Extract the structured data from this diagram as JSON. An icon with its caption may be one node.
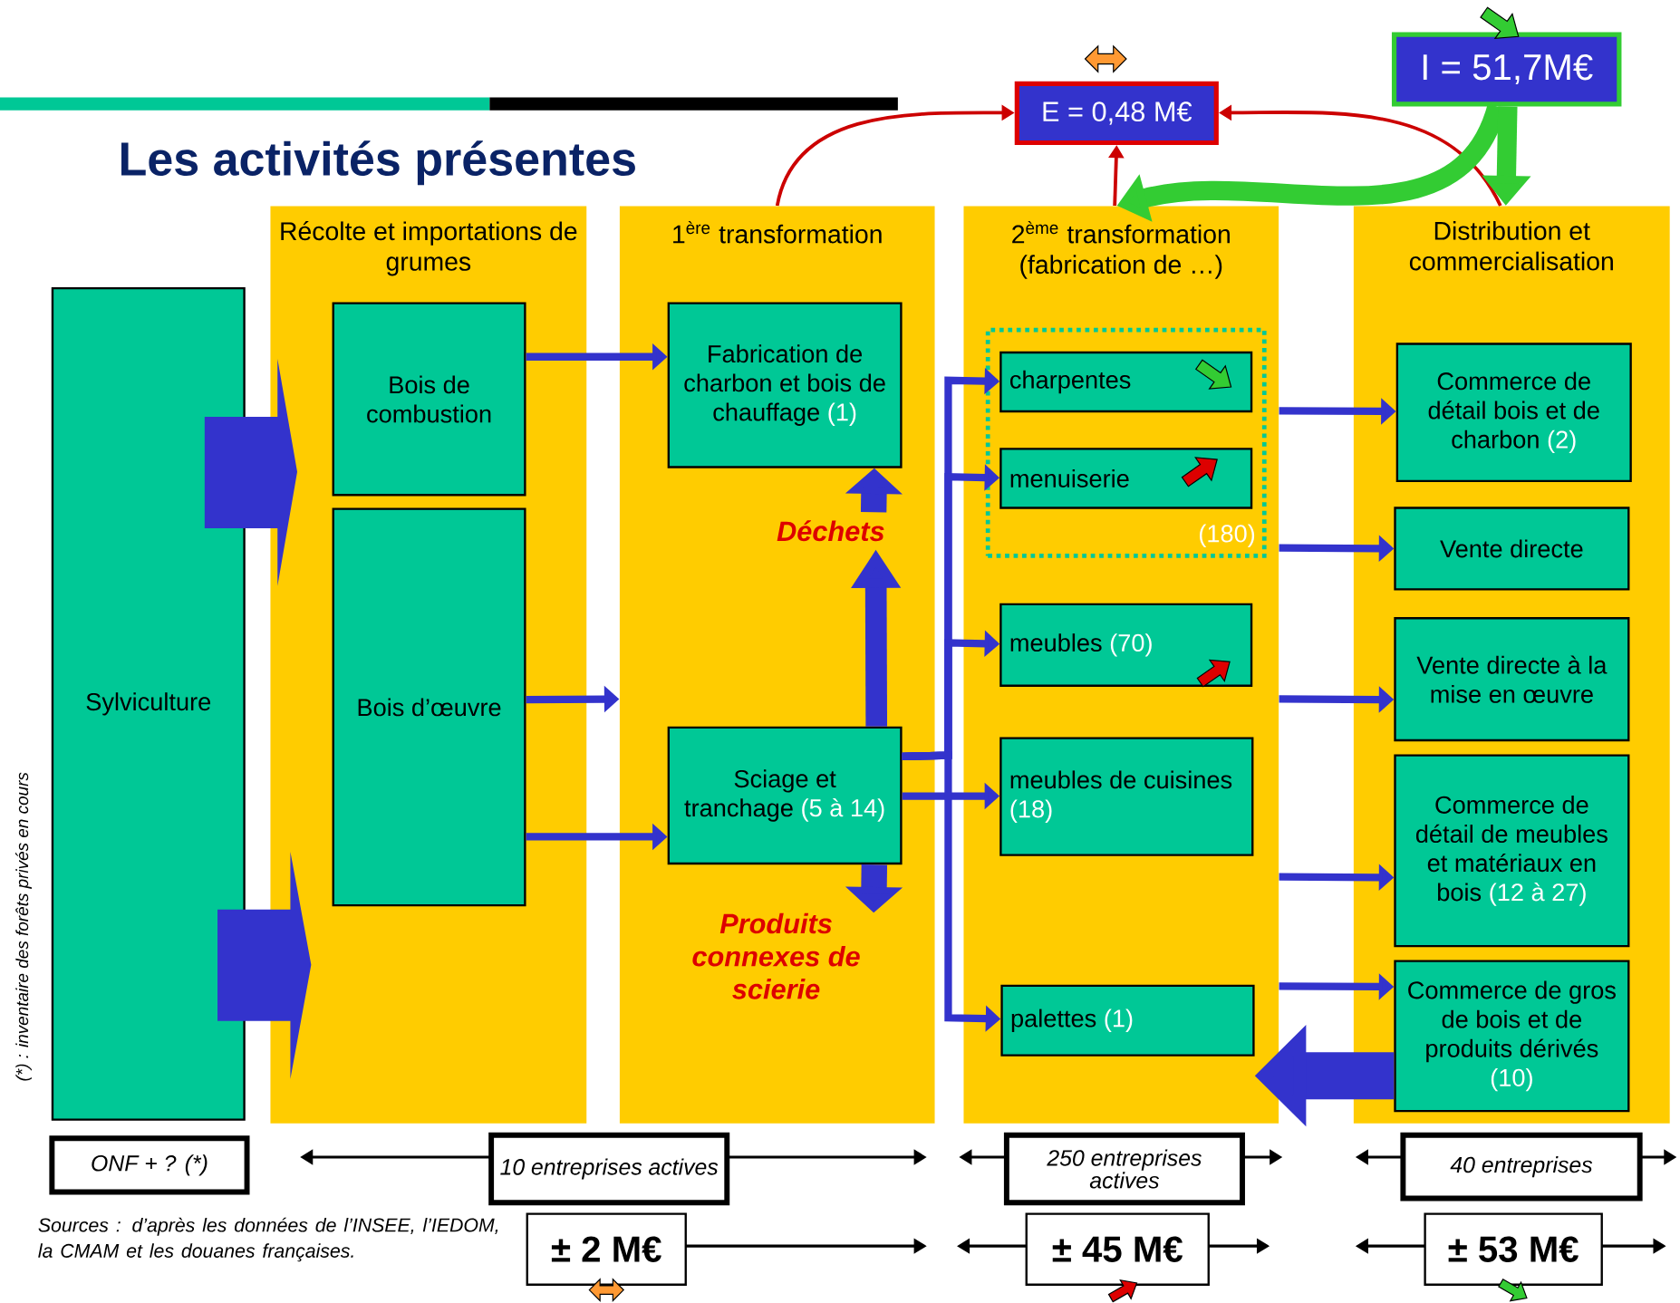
{
  "diagram": {
    "title": "Les activités présentes",
    "nodes": [
      {
        "text": [
          "Récolte et importations de grumes"
        ]
      },
      {
        "text": [
          "Bois de combustion"
        ],
        "in": 0
      },
      {
        "text": [
          "Bois d’œuvre"
        ],
        "in": 0
      },
      {
        "text": [
          "1$^{ère}$ transformation"
        ]
      },
      {
        "text": [
          "Fabrication de charbon et bois de chauffage",
          "(1)"
        ],
        "in": 3
      },
      {
        "text": [
          "Sciage et tranchage",
          "(5 à 14)"
        ],
        "in": 3
      },
      {
        "text": [
          "2$^{ème}$ transformation (fabrication de …)"
        ]
      },
      {
        "text": [
          "(180)"
        ],
        "in": 6
      },
      {
        "text": [
          "charpentes"
        ],
        "in": 7
      },
      {
        "text": [
          "menuiserie"
        ],
        "in": 7
      },
      {
        "text": [
          "meubles",
          "(70)"
        ],
        "in": 6
      },
      {
        "text": [
          "meubles de cuisines",
          "(18)"
        ],
        "in": 6
      },
      {
        "text": [
          "palettes",
          "(1)"
        ],
        "in": 6
      },
      {
        "text": [
          "Distribution et commercialisation"
        ]
      },
      {
        "text": [
          "Commerce de détail bois et de charbon",
          "(2)"
        ],
        "in": 13
      },
      {
        "text": [
          "Vente directe"
        ],
        "in": 13
      },
      {
        "text": [
          "Vente directe à la mise en œuvre"
        ],
        "in": 13
      },
      {
        "text": [
          "Commerce de détail de meubles et matériaux en bois",
          "(12 à 27)"
        ],
        "in": 13
      },
      {
        "text": [
          "Commerce de gros de bois et de produits dérivés",
          "(10)"
        ],
        "in": 13
      },
      {
        "text": [
          "Sylviculture"
        ]
      },
      {
        "text": [
          "E = 0,48 M€"
        ]
      },
      {
        "text": [
          "I = 51,7M€"
        ]
      },
      {
        "text": [
          "Déchets"
        ],
        "in": 3
      },
      {
        "text": [
          "Produits connexes de scierie"
        ],
        "in": 3
      },
      {
        "text": [
          "ONF + ? (*)"
        ]
      },
      {
        "text": [
          "10 entreprises actives"
        ]
      },
      {
        "text": [
          "250 entreprises actives"
        ]
      },
      {
        "text": [
          "40 entreprises"
        ]
      },
      {
        "text": [
          "± 2 M€"
        ]
      },
      {
        "text": [
          "± 45 M€"
        ]
      },
      {
        "text": [
          "± 53 M€"
        ]
      }
    ],
    "edges": [
      {
        "from": 19,
        "to": 0,
        "arrow": "to",
        "style": "thick"
      },
      {
        "from": 19,
        "to": 0,
        "arrow": "to",
        "style": "thick"
      },
      {
        "from": 1,
        "to": 4,
        "arrow": "to"
      },
      {
        "from": 2,
        "to": 3,
        "arrow": "to"
      },
      {
        "from": 2,
        "to": 5,
        "arrow": "to"
      },
      {
        "from": 5,
        "to": 22,
        "arrow": "to",
        "style": "thick"
      },
      {
        "from": 22,
        "to": 4,
        "arrow": "to",
        "style": "thick"
      },
      {
        "from": 5,
        "to": 23,
        "arrow": "to",
        "style": "thick"
      },
      {
        "from": 5,
        "to": 11,
        "arrow": "to"
      },
      {
        "from": 5,
        "to": 8,
        "arrow": "to"
      },
      {
        "from": 5,
        "to": 9,
        "arrow": "to"
      },
      {
        "from": 5,
        "to": 10,
        "arrow": "to"
      },
      {
        "from": 5,
        "to": 12,
        "arrow": "to"
      },
      {
        "from": 6,
        "to": 14,
        "arrow": "to"
      },
      {
        "from": 6,
        "to": 15,
        "arrow": "to"
      },
      {
        "from": 6,
        "to": 16,
        "arrow": "to"
      },
      {
        "from": 6,
        "to": 17,
        "arrow": "to"
      },
      {
        "from": 6,
        "to": 18,
        "arrow": "to"
      },
      {
        "from": 18,
        "to": 12,
        "arrow": "to",
        "style": "thick"
      },
      {
        "from": 3,
        "to": 20,
        "arrow": "to",
        "color": "#cc0000"
      },
      {
        "from": 6,
        "to": 20,
        "arrow": "to",
        "color": "#cc0000"
      },
      {
        "from": 13,
        "to": 20,
        "arrow": "to",
        "color": "#cc0000"
      },
      {
        "from": 21,
        "to": 6,
        "arrow": "to",
        "style": "thick",
        "color": "#33cc33"
      },
      {
        "from": 21,
        "to": 13,
        "arrow": "to",
        "style": "thick",
        "color": "#33cc33"
      }
    ],
    "labels": [
      "(*) : inventaire des forêts privés en cours",
      "Sources : d’après les données de l’INSEE, l’IEDOM, la CMAM et les douanes françaises."
    ]
  }
}
